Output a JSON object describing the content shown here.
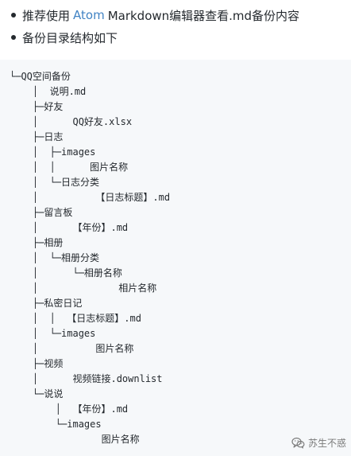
{
  "bullets": {
    "item1": {
      "prefix": "推荐使用",
      "link": "Atom",
      "suffix": "Markdown编辑器查看.md备份内容"
    },
    "item2": {
      "text": "备份目录结构如下"
    }
  },
  "tree": {
    "lines": [
      "└─QQ空间备份",
      "    │  说明.md",
      "    ├─好友",
      "    │      QQ好友.xlsx",
      "    ├─日志",
      "    │  ├─images",
      "    │  │      图片名称",
      "    │  └─日志分类",
      "    │          【日志标题】.md",
      "    ├─留言板",
      "    │      【年份】.md",
      "    ├─相册",
      "    │  └─相册分类",
      "    │      └─相册名称",
      "    │              相片名称",
      "    ├─私密日记",
      "    │  │  【日志标题】.md",
      "    │  └─images",
      "    │          图片名称",
      "    ├─视频",
      "    │      视频链接.downlist",
      "    └─说说",
      "        │  【年份】.md",
      "        └─images",
      "                图片名称"
    ]
  },
  "watermark": {
    "text": "苏生不惑",
    "icon": "wechat-icon"
  }
}
